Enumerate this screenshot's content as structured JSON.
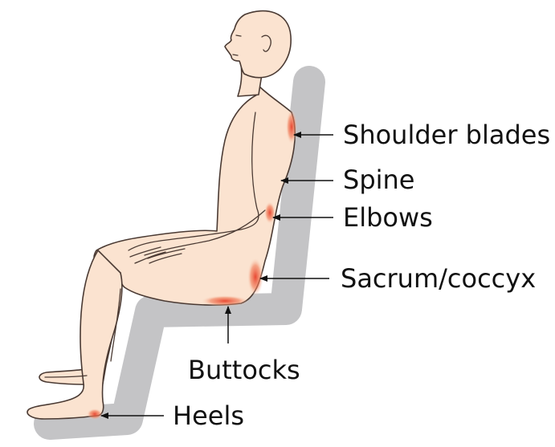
{
  "labels": {
    "shoulder_blades": "Shoulder blades",
    "spine": "Spine",
    "elbows": "Elbows",
    "sacrum": "Sacrum/coccyx",
    "buttocks": "Buttocks",
    "heels": "Heels"
  },
  "colors": {
    "chair": "#c4c4c6",
    "skin": "#fbe3d0",
    "outline": "#4a3a33",
    "pressure": "#e8402a",
    "text": "#111111"
  }
}
